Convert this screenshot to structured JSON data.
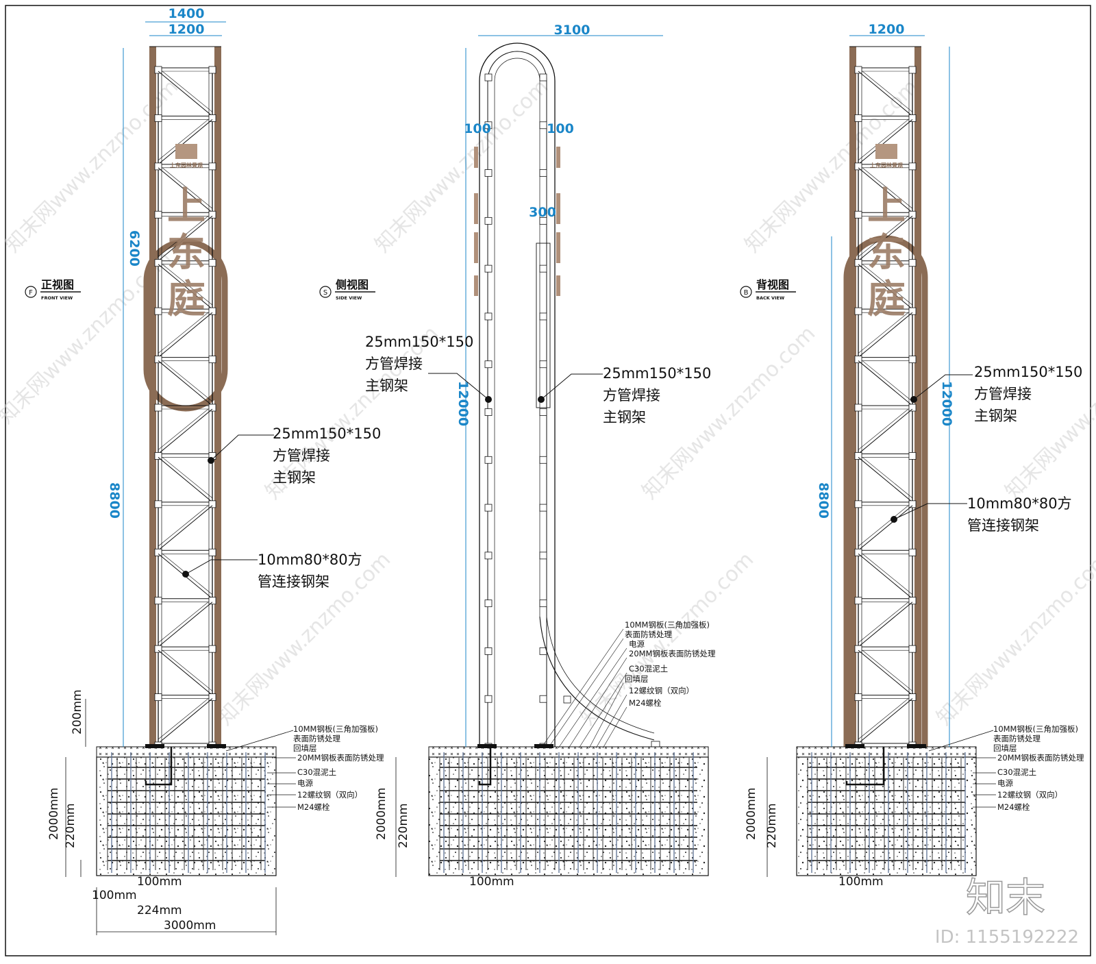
{
  "views": {
    "front": {
      "circle": "F",
      "title": "正视图",
      "subtitle": "FRONT VIEW"
    },
    "side": {
      "circle": "S",
      "title": "侧视图",
      "subtitle": "SIDE VIEW"
    },
    "back": {
      "circle": "B",
      "title": "背视图",
      "subtitle": "BACK VIEW"
    }
  },
  "dimensions": {
    "front": {
      "top_outer": "1400",
      "top_inner": "1200",
      "upper": "6200",
      "lower": "8800"
    },
    "side": {
      "top": "3100",
      "left_plate": "100",
      "right_plate": "100",
      "inner": "300",
      "height": "12000"
    },
    "back": {
      "top": "1200",
      "lower": "8800",
      "height": "12000"
    },
    "base": {
      "h200": "200mm",
      "h2000": "2000mm",
      "h220": "220mm",
      "w100": "100mm",
      "w100b": "100mm",
      "w224": "224mm",
      "w3000": "3000mm"
    }
  },
  "annotations": {
    "main_frame": [
      "25mm150*150",
      "方管焊接",
      "主钢架"
    ],
    "link_frame_front": [
      "10mm80*80方",
      "管连接钢架"
    ],
    "link_frame_back": [
      "10mm80*80方",
      "管连接钢架"
    ]
  },
  "foundation_notes": {
    "front_back": [
      "10MM钢板(三角加强板)",
      "表面防锈处理",
      "回填层",
      "20MM钢板表面防锈处理",
      "C30混泥土",
      "电源",
      "12螺纹钢（双向）",
      "M24螺栓"
    ],
    "side": [
      "10MM钢板(三角加强板)",
      "表面防锈处理",
      "电源",
      "20MM钢板表面防锈处理",
      "C30混泥土",
      "回填层",
      "12螺纹钢（双向）",
      "M24螺栓"
    ]
  },
  "sign_text": {
    "chars": [
      "上",
      "东",
      "庭"
    ],
    "logo_caption": "上东园林景观"
  },
  "watermark": {
    "text": "知末网www.znzmo.com",
    "brand": "知末",
    "id": "ID: 1155192222"
  },
  "colors": {
    "pillar_brown": "#8b6c55",
    "dim_blue": "#1a86c8",
    "line": "#111111"
  }
}
